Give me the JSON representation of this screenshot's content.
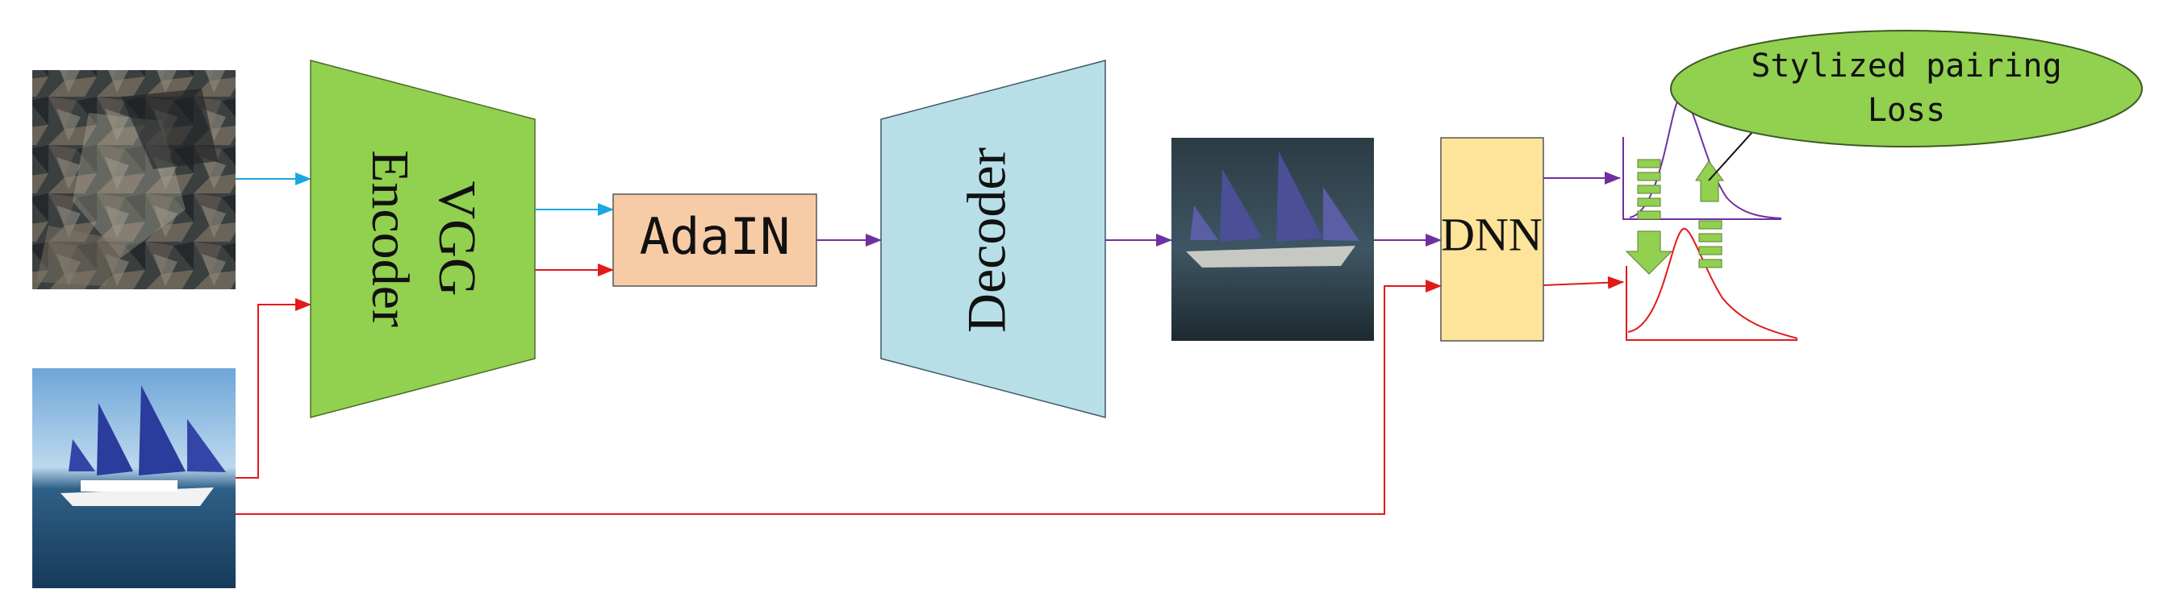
{
  "blocks": {
    "vgg_encoder": {
      "line1": "VGG",
      "line2": "Encoder"
    },
    "adain": "AdaIN",
    "decoder": "Decoder",
    "dnn": "DNN"
  },
  "loss_bubble": {
    "line1": "Stylized pairing",
    "line2": "Loss"
  },
  "colors": {
    "encoder": "#92d050",
    "adain": "#f8cba7",
    "decoder": "#b8dfe8",
    "dnn": "#fde49a",
    "bubble": "#92d050",
    "arrow_style": "#1ba7e0",
    "arrow_content": "#e01a1a",
    "arrow_stylized": "#7030a0"
  },
  "images": {
    "style": "cubist-painting",
    "content": "sailing-ship-photo",
    "stylized": "stylized-sailing-ship"
  }
}
